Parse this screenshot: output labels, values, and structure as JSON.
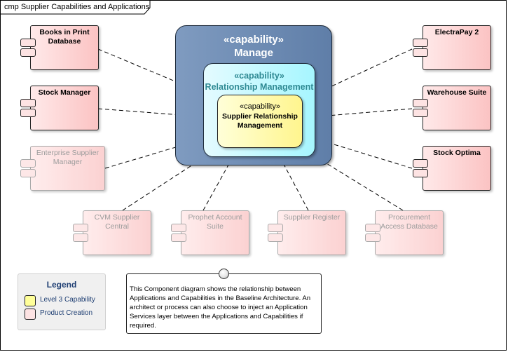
{
  "diagram": {
    "title": "cmp Supplier Capabilities and Applications"
  },
  "capabilities": {
    "outer": {
      "stereotype": "«capability»",
      "name": "Manage"
    },
    "middle": {
      "stereotype": "«capability»",
      "name": "Relationship Management"
    },
    "inner": {
      "stereotype": "«capability»",
      "name": "Supplier Relationship Management"
    }
  },
  "components": [
    {
      "id": "books",
      "name": "Books in Print Database",
      "faded": false
    },
    {
      "id": "stock-manager",
      "name": "Stock Manager",
      "faded": false
    },
    {
      "id": "enterprise",
      "name": "Enterprise Supplier Manager",
      "faded": true
    },
    {
      "id": "cvm",
      "name": "CVM Supplier Central",
      "faded": true
    },
    {
      "id": "prophet",
      "name": "Prophet Account Suite",
      "faded": true
    },
    {
      "id": "supplier-register",
      "name": "Supplier Register",
      "faded": true
    },
    {
      "id": "procurement",
      "name": "Procurement Access Database",
      "faded": true
    },
    {
      "id": "electrapay",
      "name": "ElectraPay 2",
      "faded": false
    },
    {
      "id": "warehouse",
      "name": "Warehouse Suite",
      "faded": false
    },
    {
      "id": "stock-optima",
      "name": "Stock Optima",
      "faded": false
    }
  ],
  "relationships": [
    {
      "from": "books",
      "to": "Supplier Relationship Management"
    },
    {
      "from": "stock-manager",
      "to": "Supplier Relationship Management"
    },
    {
      "from": "enterprise",
      "to": "Supplier Relationship Management"
    },
    {
      "from": "cvm",
      "to": "Supplier Relationship Management"
    },
    {
      "from": "prophet",
      "to": "Supplier Relationship Management"
    },
    {
      "from": "supplier-register",
      "to": "Supplier Relationship Management"
    },
    {
      "from": "procurement",
      "to": "Supplier Relationship Management"
    },
    {
      "from": "electrapay",
      "to": "Supplier Relationship Management"
    },
    {
      "from": "warehouse",
      "to": "Supplier Relationship Management"
    },
    {
      "from": "stock-optima",
      "to": "Supplier Relationship Management"
    }
  ],
  "legend": {
    "title": "Legend",
    "items": [
      {
        "label": "Level 3 Capability",
        "color": "#ffff99"
      },
      {
        "label": "Product Creation",
        "color": "#fde3e3"
      }
    ]
  },
  "note": {
    "text": "This Component diagram shows the relationship between Applications and Capabilities in the Baseline Architecture. An architect or process can also choose to inject an Application Services layer between the Applications and Capabilities if required."
  },
  "colors": {
    "outer_capability": "#6f8db5",
    "middle_capability": "#a6f6ff",
    "inner_capability": "#fff58e",
    "component": "#fbc3c3",
    "middle_text": "#2f8a94",
    "legend_text": "#1f3f73"
  }
}
